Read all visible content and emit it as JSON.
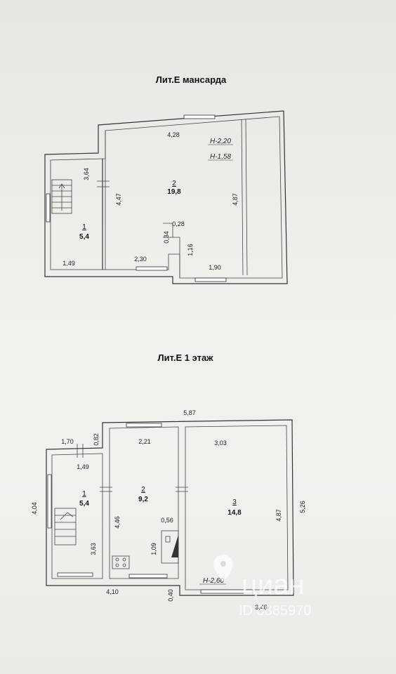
{
  "attic": {
    "title": "Лит.Е мансарда",
    "height_full": "Н-2,20",
    "height_low": "Н-1,58",
    "room1": {
      "number": "1",
      "area": "5,4"
    },
    "room2": {
      "number": "2",
      "area": "19,8"
    },
    "dims": {
      "top": "4,28",
      "left_v": "3,64",
      "inner_left_v": "4,47",
      "right_v": "4,87",
      "notch_w": "0,28",
      "notch_h": "0,34",
      "step_h": "1,16",
      "bottom_left": "1,49",
      "bottom_mid": "2,30",
      "bottom_right": "1,90"
    }
  },
  "ground": {
    "title": "Лит.Е 1 этаж",
    "height": "Н-2,60",
    "room1": {
      "number": "1",
      "area": "5,4"
    },
    "room2": {
      "number": "2",
      "area": "9,2"
    },
    "room3": {
      "number": "3",
      "area": "14,8"
    },
    "dims": {
      "top_overall": "5,87",
      "porch_w": "1,70",
      "porch_h": "0,82",
      "room1_w": "1,49",
      "room2_w": "2,21",
      "room3_w": "3,03",
      "left_overall": "4,04",
      "right_overall": "5,26",
      "room3_h": "4,87",
      "room2_h": "4,46",
      "room1_h": "3,63",
      "stove_w": "0,56",
      "stove_h": "1,09",
      "bottom_left": "4,10",
      "bottom_step": "0,40",
      "bottom_right": "3,48"
    }
  },
  "watermark": {
    "brand": "циан",
    "id": "ID 3885970"
  }
}
